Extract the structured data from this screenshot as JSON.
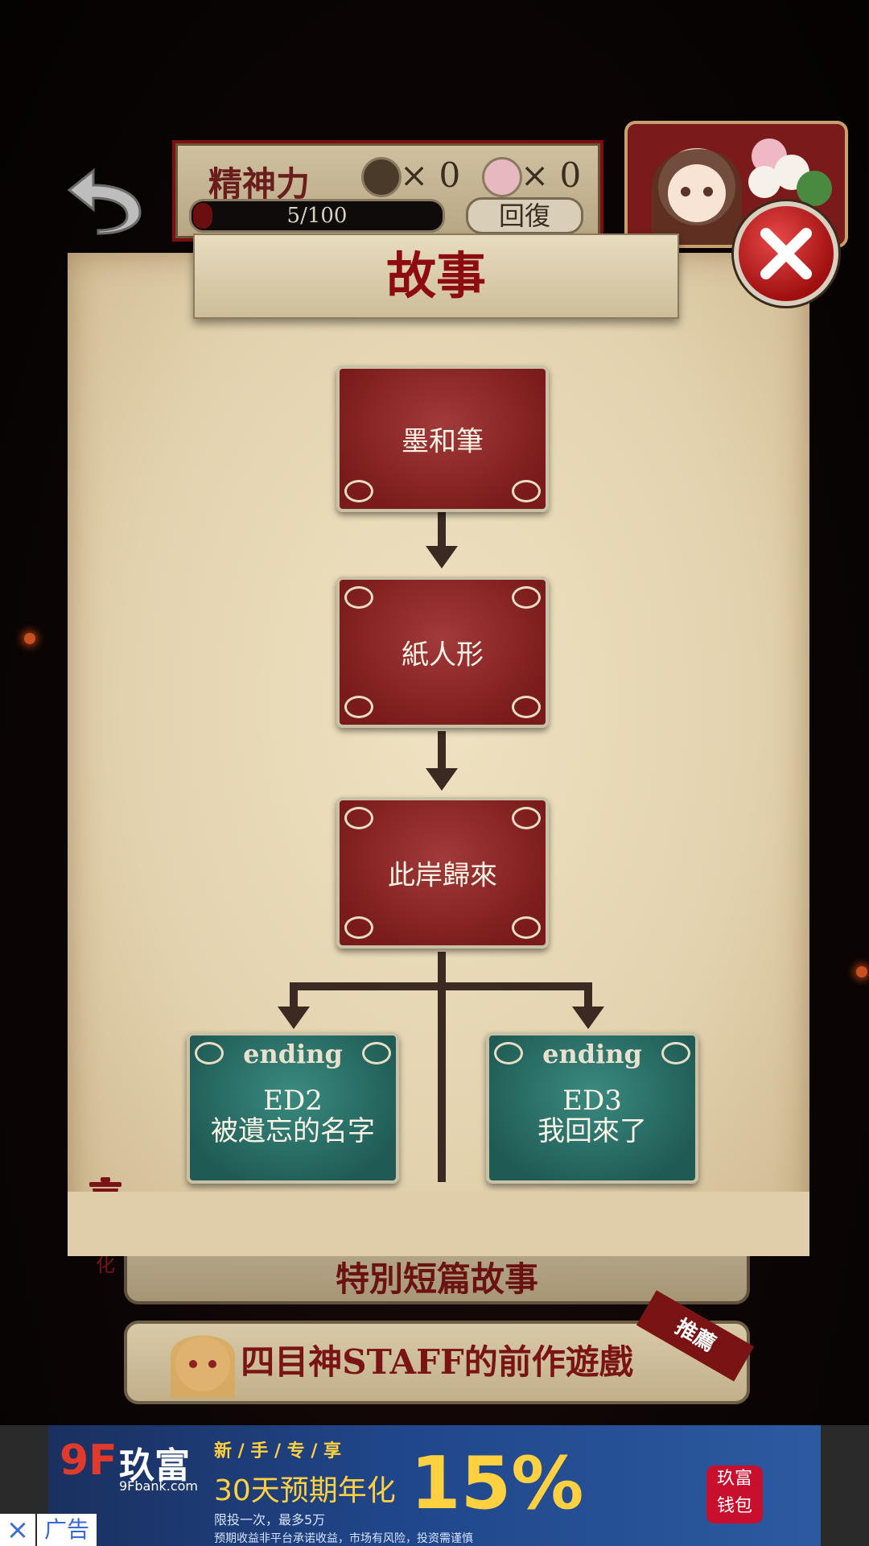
{
  "header": {
    "spirit_label": "精神力",
    "item1_count": "× 0",
    "item2_count": "× 0",
    "stamina_text": "5/100",
    "stamina_fraction": 0.05,
    "recover_label": "回復"
  },
  "panel": {
    "title": "故事",
    "chapters": [
      "墨和筆",
      "紙人形",
      "此岸歸來"
    ],
    "endings": [
      {
        "tag": "ending",
        "code": "ED2",
        "title": "被遺忘的名字"
      },
      {
        "tag": "ending",
        "code": "ED3",
        "title": "我回來了"
      }
    ],
    "reset_label": "初始化"
  },
  "menu": {
    "special_label": "特別短篇故事",
    "prequel_label": "四目神STAFF的前作遊戲",
    "recommend_badge": "推薦"
  },
  "ad": {
    "logo": "9F",
    "brand": "玖富",
    "domain": "9Fbank.com",
    "headline": "新 / 手 / 专 / 享",
    "offer": "30天预期年化",
    "rate": "15%",
    "limit": "限投一次，最多5万",
    "disclaimer": "预期收益非平台承诺收益，市场有风险，投资需谨慎",
    "wallet": "玖富 钱包",
    "close": "×",
    "tag": "广告"
  }
}
